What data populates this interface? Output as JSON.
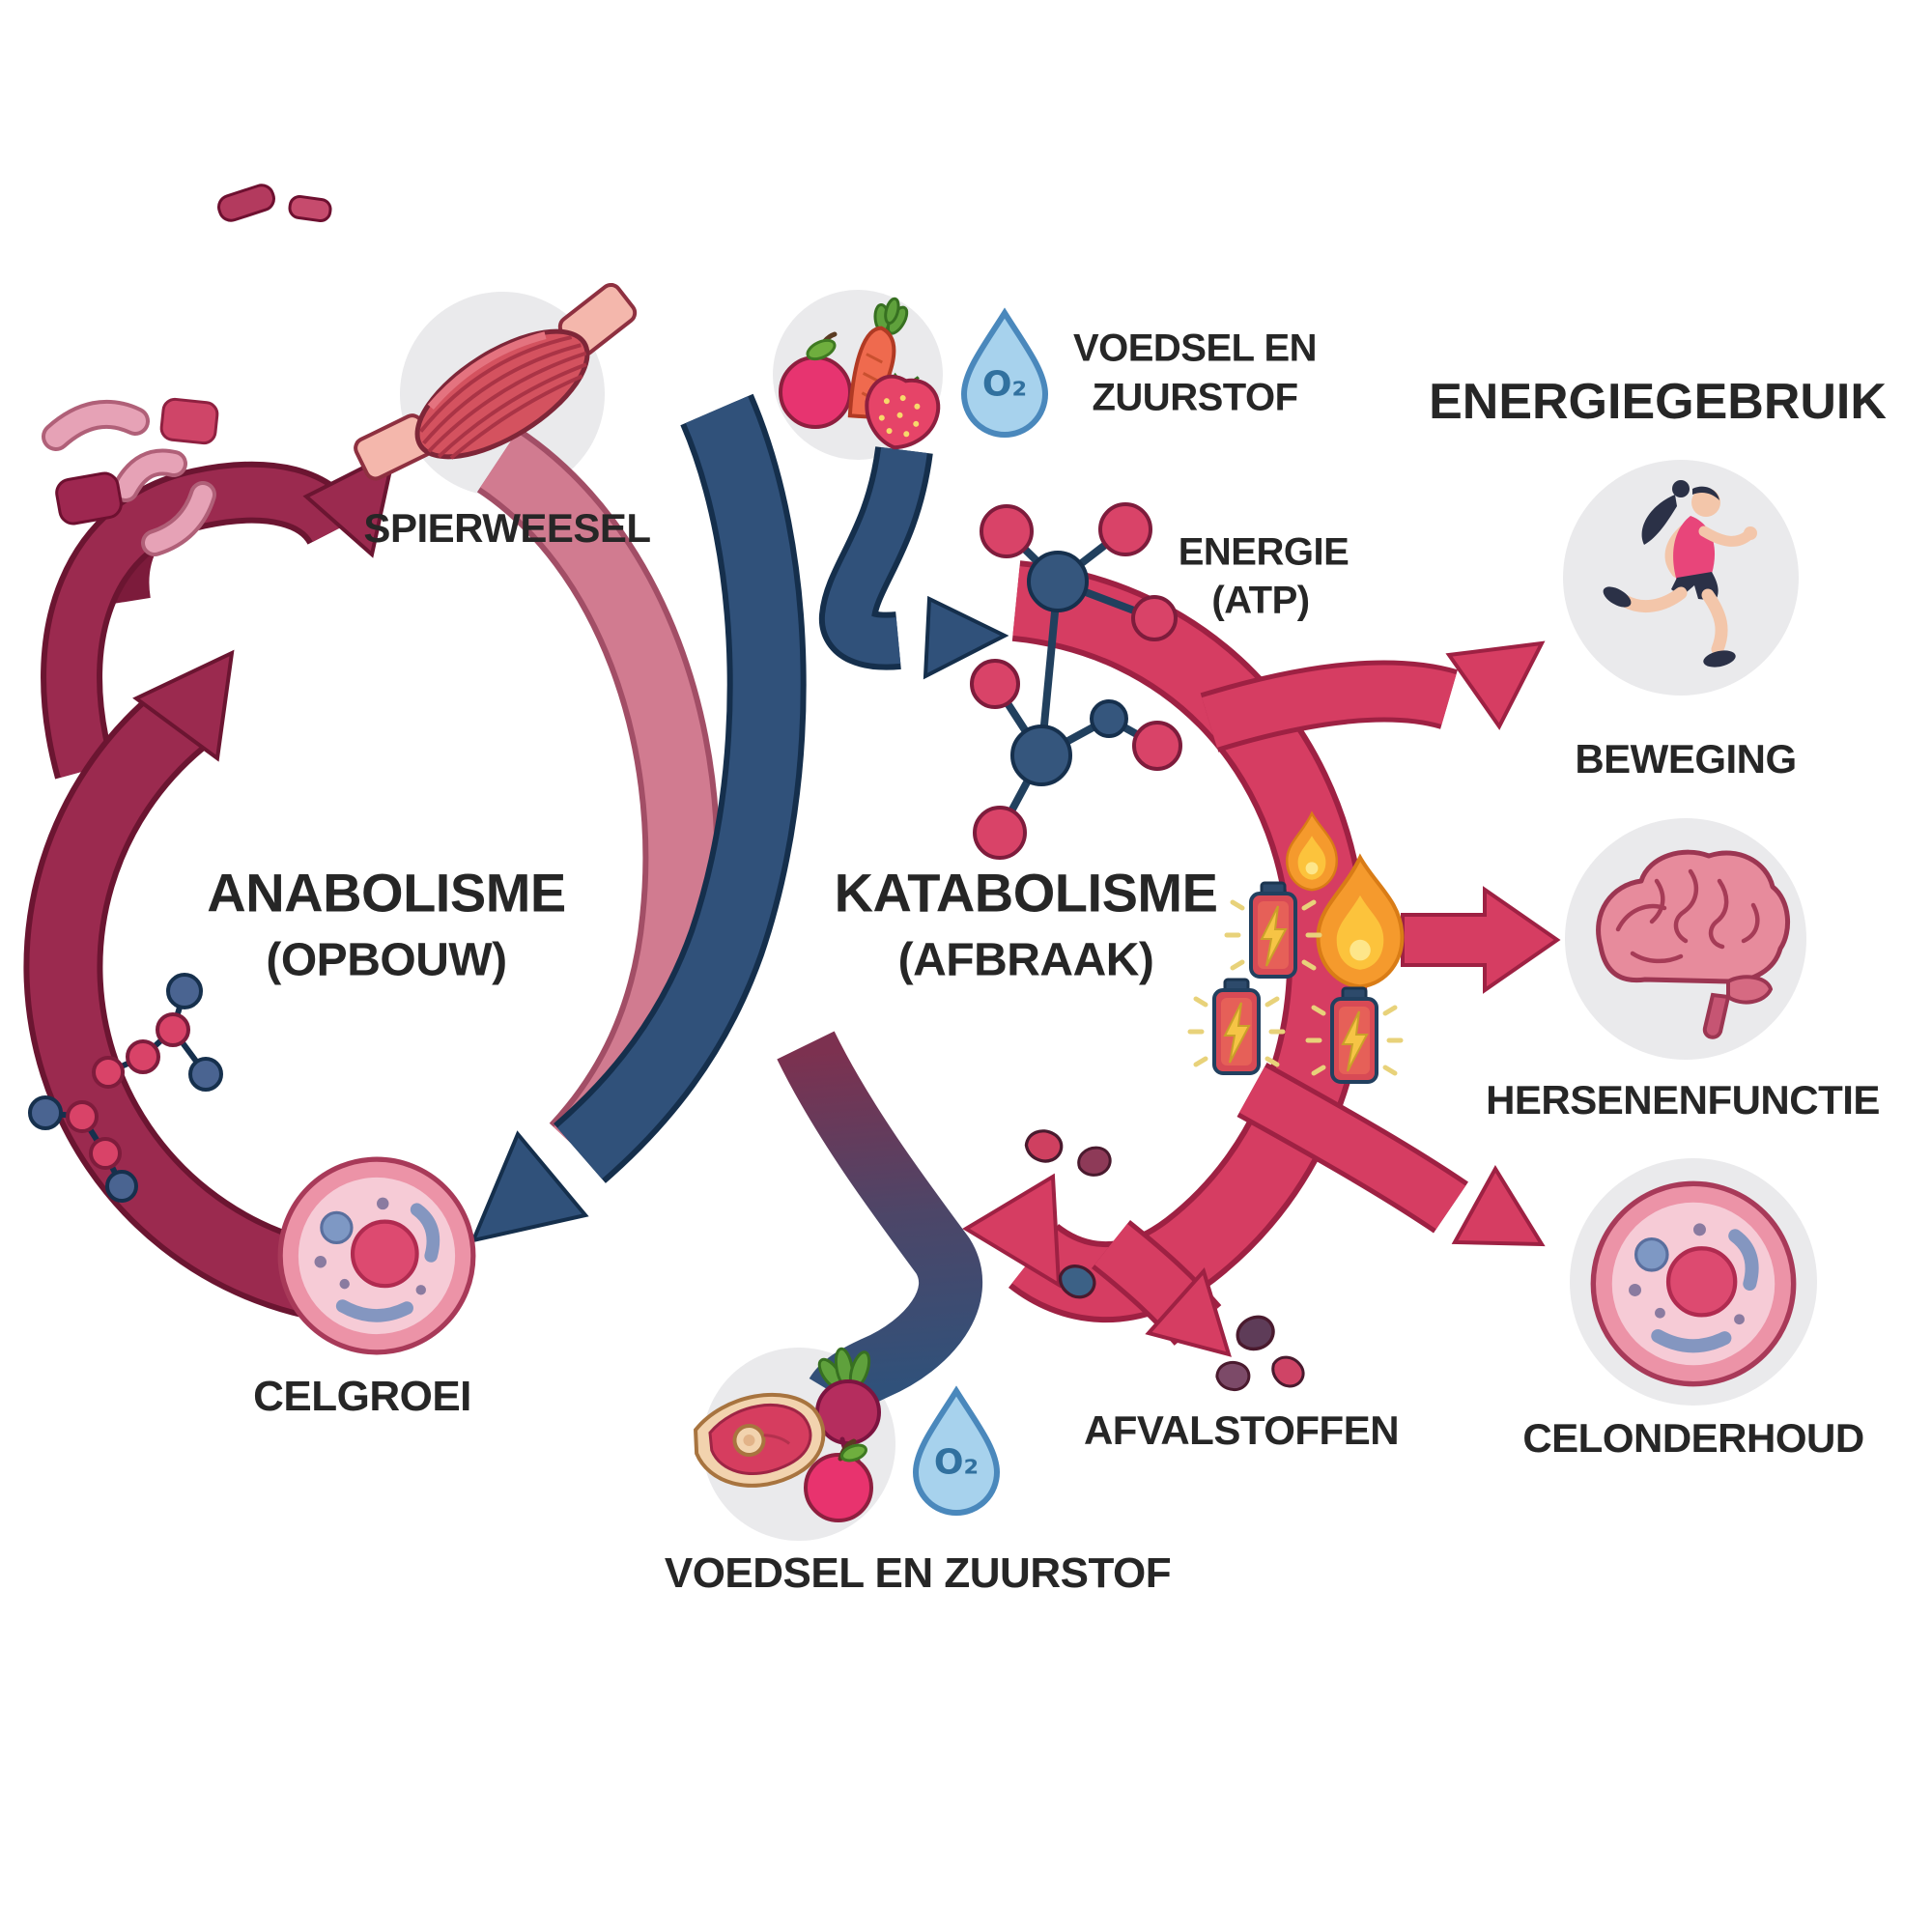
{
  "title": "ENERGIEGEBRUIK",
  "cycles": {
    "anabolisme": {
      "name": "ANABOLISME",
      "subtitle": "(OPBOUW)"
    },
    "katabolisme": {
      "name": "KATABOLISME",
      "subtitle": "(AFBRAAK)"
    }
  },
  "labels": {
    "spierweesel": "SPIERWEESEL",
    "voedsel_top_line1": "VOEDSEL EN",
    "voedsel_top_line2": "ZUURSTOF",
    "energie_line1": "ENERGIE",
    "energie_line2": "(ATP)",
    "beweging": "BEWEGING",
    "hersenenfunctie": "HERSENENFUNCTIE",
    "celonderhoud": "CELONDERHOUD",
    "afvalstoffen": "AFVALSTOFFEN",
    "celgroei": "CELGROEI",
    "voedsel_bottom": "VOEDSEL EN ZUURSTOF",
    "o2": "O₂"
  },
  "icons": {
    "muscle": "muscle-icon",
    "food_fruit": "fruit-food-icon",
    "oxygen_drop": "oxygen-drop-icon",
    "atp_molecule": "atp-molecule-icon",
    "runner": "runner-icon",
    "flame": "flame-icon",
    "battery": "battery-icon",
    "brain": "brain-icon",
    "cell": "cell-icon",
    "meat_food": "meat-food-icon",
    "protein_fragments": "protein-fragments-icon",
    "waste_particles": "waste-particles-icon"
  },
  "colors": {
    "maroon": "#9b2a4f",
    "maroon-dark": "#6b1531",
    "rose": "#d17b90",
    "rose-dark": "#a24e66",
    "crimson": "#d63d62",
    "crimson-dark": "#9e2143",
    "blue": "#30517a",
    "blue-dark": "#152f4c",
    "gray-circle": "#eaeaec",
    "text": "#262626",
    "o2-text": "#31719f",
    "o2-fill": "#a7d2ed",
    "o2-stroke": "#4a88bc"
  }
}
